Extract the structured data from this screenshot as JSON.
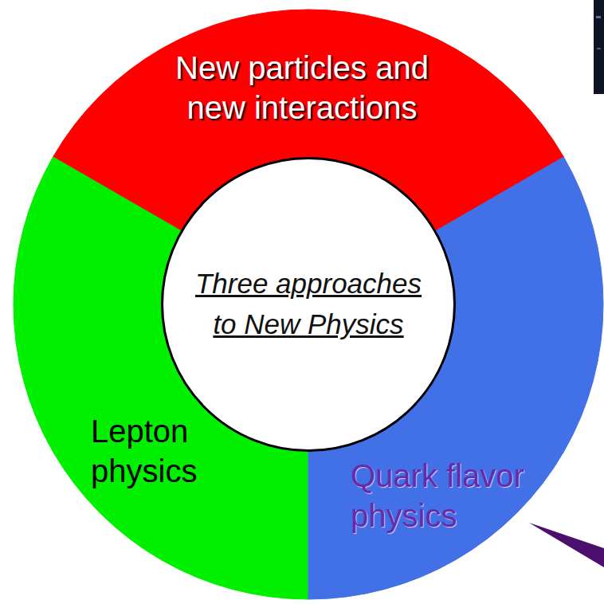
{
  "diagram": {
    "nodes": [
      {
        "text": [
          "New particles and new interactions"
        ]
      },
      {
        "text": [
          "Three approaches to New Physics"
        ]
      },
      {
        "text": [
          "Lepton physics"
        ]
      },
      {
        "text": [
          "Quark flavor physics"
        ]
      }
    ]
  }
}
